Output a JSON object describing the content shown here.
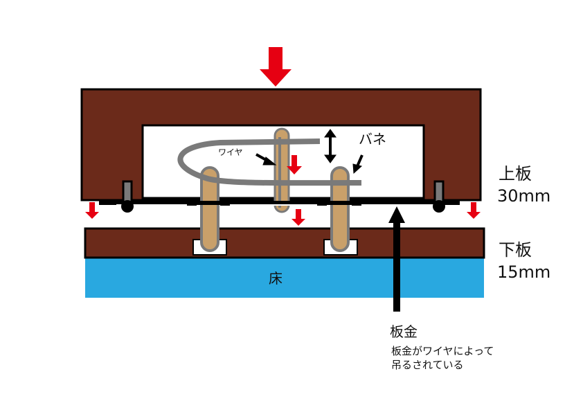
{
  "labels": {
    "upper_board": "上板",
    "upper_board_thickness": "30mm",
    "lower_board": "下板",
    "lower_board_thickness": "15mm",
    "floor": "床",
    "sheet_metal": "板金",
    "sheet_metal_note_line1": "板金がワイヤによって",
    "sheet_metal_note_line2": "吊るされている",
    "wire": "ワイヤ",
    "spring": "バネ"
  },
  "colors": {
    "wood": "#6b2a1a",
    "floor": "#29a8e0",
    "arrow": "#e60012",
    "peg": "#c9a06a",
    "peg_outline": "#7a7a7a",
    "wire": "#7a7a7a",
    "metal": "#111111"
  }
}
